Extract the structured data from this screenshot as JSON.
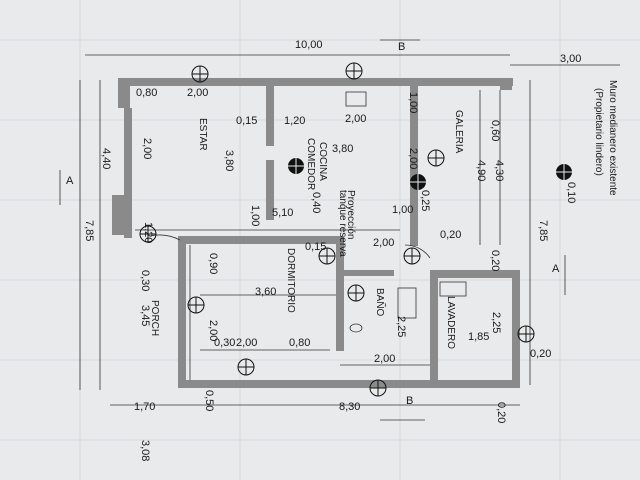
{
  "dims": {
    "total_width": "10,00",
    "side_width": "3,00",
    "d_080": "0,80",
    "d_200_estar": "2,00",
    "d_015_top": "0,15",
    "d_120_top": "1,20",
    "d_200_cocina": "2,00",
    "d_100_top": "1,00",
    "d_060": "0,60",
    "d_200_left": "2,00",
    "d_440": "4,40",
    "d_380_estar": "3,80",
    "d_380_cocina": "3,80",
    "d_200_galeria": "2,00",
    "d_490": "4,90",
    "d_430": "4,30",
    "d_785_left": "7,85",
    "d_785_right": "7,85",
    "d_510": "5,10",
    "d_100_mid": "1,00",
    "d_100_right": "1,00",
    "d_040": "0,40",
    "d_025": "0,25",
    "d_010": "0,10",
    "d_120_porch": "1,20",
    "d_030": "0,30",
    "d_345": "3,45",
    "d_015_mid": "0,15",
    "d_200_mid": "2,00",
    "d_020_a": "0,20",
    "d_020_b": "0,20",
    "d_020_c": "0,20",
    "d_020_d": "0,20",
    "d_090": "0,90",
    "d_360": "3,60",
    "d_200_dorm": "2,00",
    "d_030_dorm": "0,30",
    "d_200_dorm_b": "2,00",
    "d_080_dorm": "0,80",
    "d_225_bano": "2,25",
    "d_225_lav": "2,25",
    "d_185": "1,85",
    "d_200_bottom": "2,00",
    "d_170": "1,70",
    "d_050": "0,50",
    "d_830": "8,30",
    "d_308": "3,08"
  },
  "rooms": {
    "estar": "ESTAR",
    "cocina": "COCINA",
    "comedor": "COMEDOR",
    "galeria": "GALERIA",
    "dormitorio": "DORMITORIO",
    "bano": "BAÑO",
    "lavadero": "LAVADERO",
    "porch": "PORCH"
  },
  "notes": {
    "muro_line1": "Muro medianero existente",
    "muro_line2": "(Propietario lindero)",
    "proyeccion_line1": "Proyección",
    "proyeccion_line2": "tanque reserva"
  },
  "sections": {
    "a_left": "A",
    "a_right": "A",
    "b_top": "B",
    "b_bottom": "B"
  },
  "colors": {
    "paper": "#e9eaec",
    "wall": "#8a8a8a",
    "ink": "#1a1a1a"
  }
}
